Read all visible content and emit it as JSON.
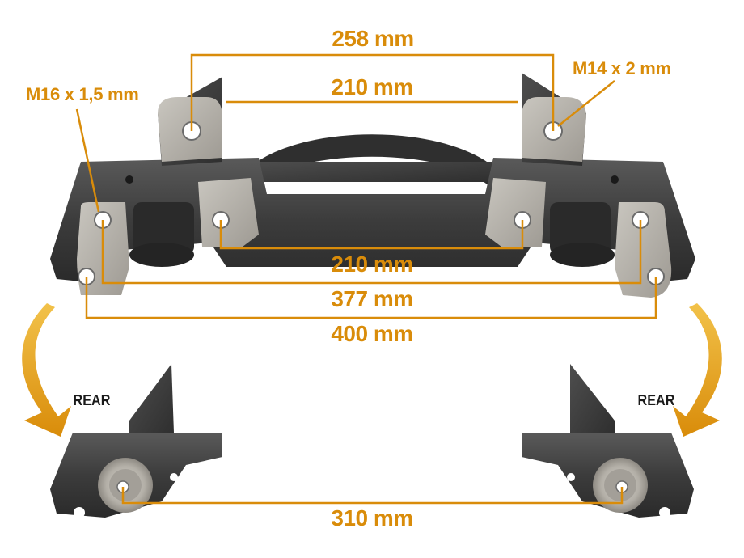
{
  "dimensions": {
    "top_span": "258 mm",
    "upper_inner": "210 mm",
    "lower_inner": "210 mm",
    "mid_span": "377 mm",
    "full_width": "400 mm",
    "rear_span": "310 mm"
  },
  "threads": {
    "left": "M16 x 1,5 mm",
    "right": "M14 x 2 mm"
  },
  "rear_labels": {
    "left": "REAR",
    "right": "REAR"
  },
  "colors": {
    "accent": "#d98c0a",
    "metal_dark": "#3a3a3a",
    "metal_light": "#b5b2ab"
  }
}
